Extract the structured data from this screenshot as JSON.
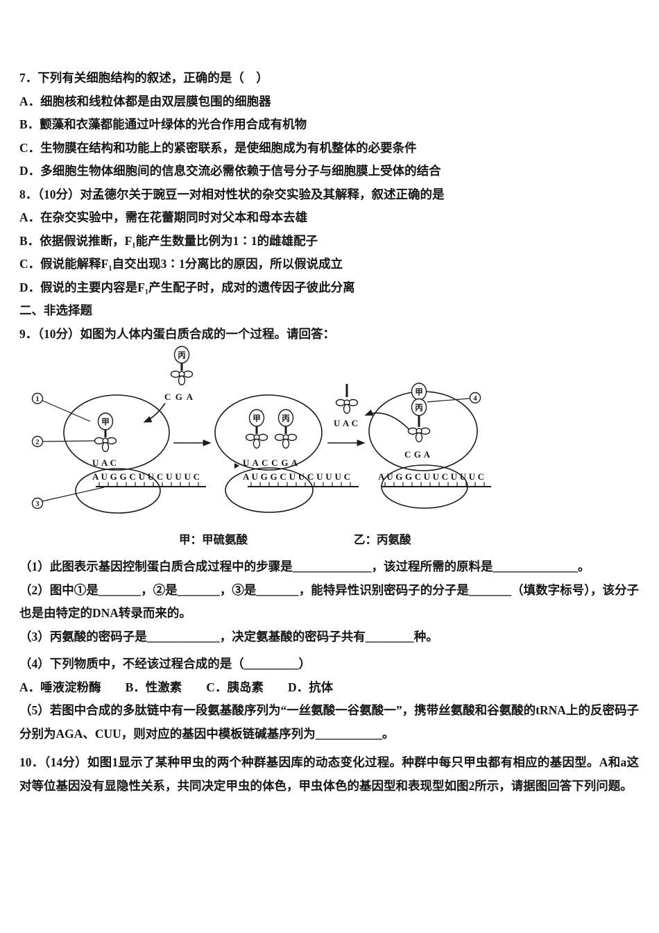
{
  "q7": {
    "stem": "7．下列有关细胞结构的叙述，正确的是（　）",
    "options": [
      "A．细胞核和线粒体都是由双层膜包围的细胞器",
      "B．颤藻和衣藻都能通过叶绿体的光合作用合成有机物",
      "C．生物膜在结构和功能上的紧密联系，是使细胞成为有机整体的必要条件",
      "D．多细胞生物体细胞间的信息交流必需依赖于信号分子与细胞膜上受体的结合"
    ]
  },
  "q8": {
    "stem": "8．（10分）对孟德尔关于豌豆一对相对性状的杂交实验及其解释，叙述正确的是",
    "options": [
      "A．在杂交实验中，需在花蕾期同时对父本和母本去雄",
      "B．依据假说推断，F₁能产生数量比例为1∶1的雌雄配子",
      "C．假说能解释F₁自交出现3∶1分离比的原因，所以假说成立",
      "D．假说的主要内容是F₁产生配子时，成对的遗传因子彼此分离"
    ]
  },
  "section2": {
    "title": "二、非选择题"
  },
  "q9": {
    "stem": "9．（10分）如图为人体内蛋白质合成的一个过程。请回答：",
    "sub1": "（1）此图表示基因控制蛋白质合成过程中的步骤是_____________，该过程所需的原料是______________。",
    "sub2": "（2）图中①是_______，②是_______，③是_______，能特异性识别密码子的分子是_______（填数字标号），该分子也是由特定的DNA转录而来的。",
    "sub3": "（3）丙氨酸的密码子是____________，决定氨基酸的密码子共有________种。",
    "sub4": "（4）下列物质中，不经该过程合成的是（_________）",
    "sub4_options": "A．唾液淀粉酶　　B．性激素　　C．胰岛素　　D．抗体",
    "sub5": "（5）若图中合成的多肽链中有一段氨基酸序列为“一丝氨酸一谷氨酸一”，携带丝氨酸和谷氨酸的tRNA上的反密码子分别为AGA、CUU，则对应的基因中模板链碱基序列为___________。"
  },
  "q10": {
    "stem": "10．（14分）如图1显示了某种甲虫的两个种群基因库的动态变化过程。种群中每只甲虫都有相应的基因型。A和a这对等位基因没有显隐性关系，共同决定甲虫的体色，甲虫体色的基因型和表现型如图2所示，请据图回答下列问题。"
  },
  "diagram": {
    "labels": {
      "n1": "1",
      "n2": "2",
      "n3": "3",
      "n4": "4"
    },
    "amino_jia": "甲",
    "amino_bing": "丙",
    "anticodon_uac": "U A C",
    "anticodon_cga": "C G A",
    "anticodon_uaccga": "U A C C G A",
    "mrna": "A U G G C U U C U U U C",
    "caption_left": "甲：甲硫氨酸",
    "caption_right": "乙：丙氨酸"
  }
}
